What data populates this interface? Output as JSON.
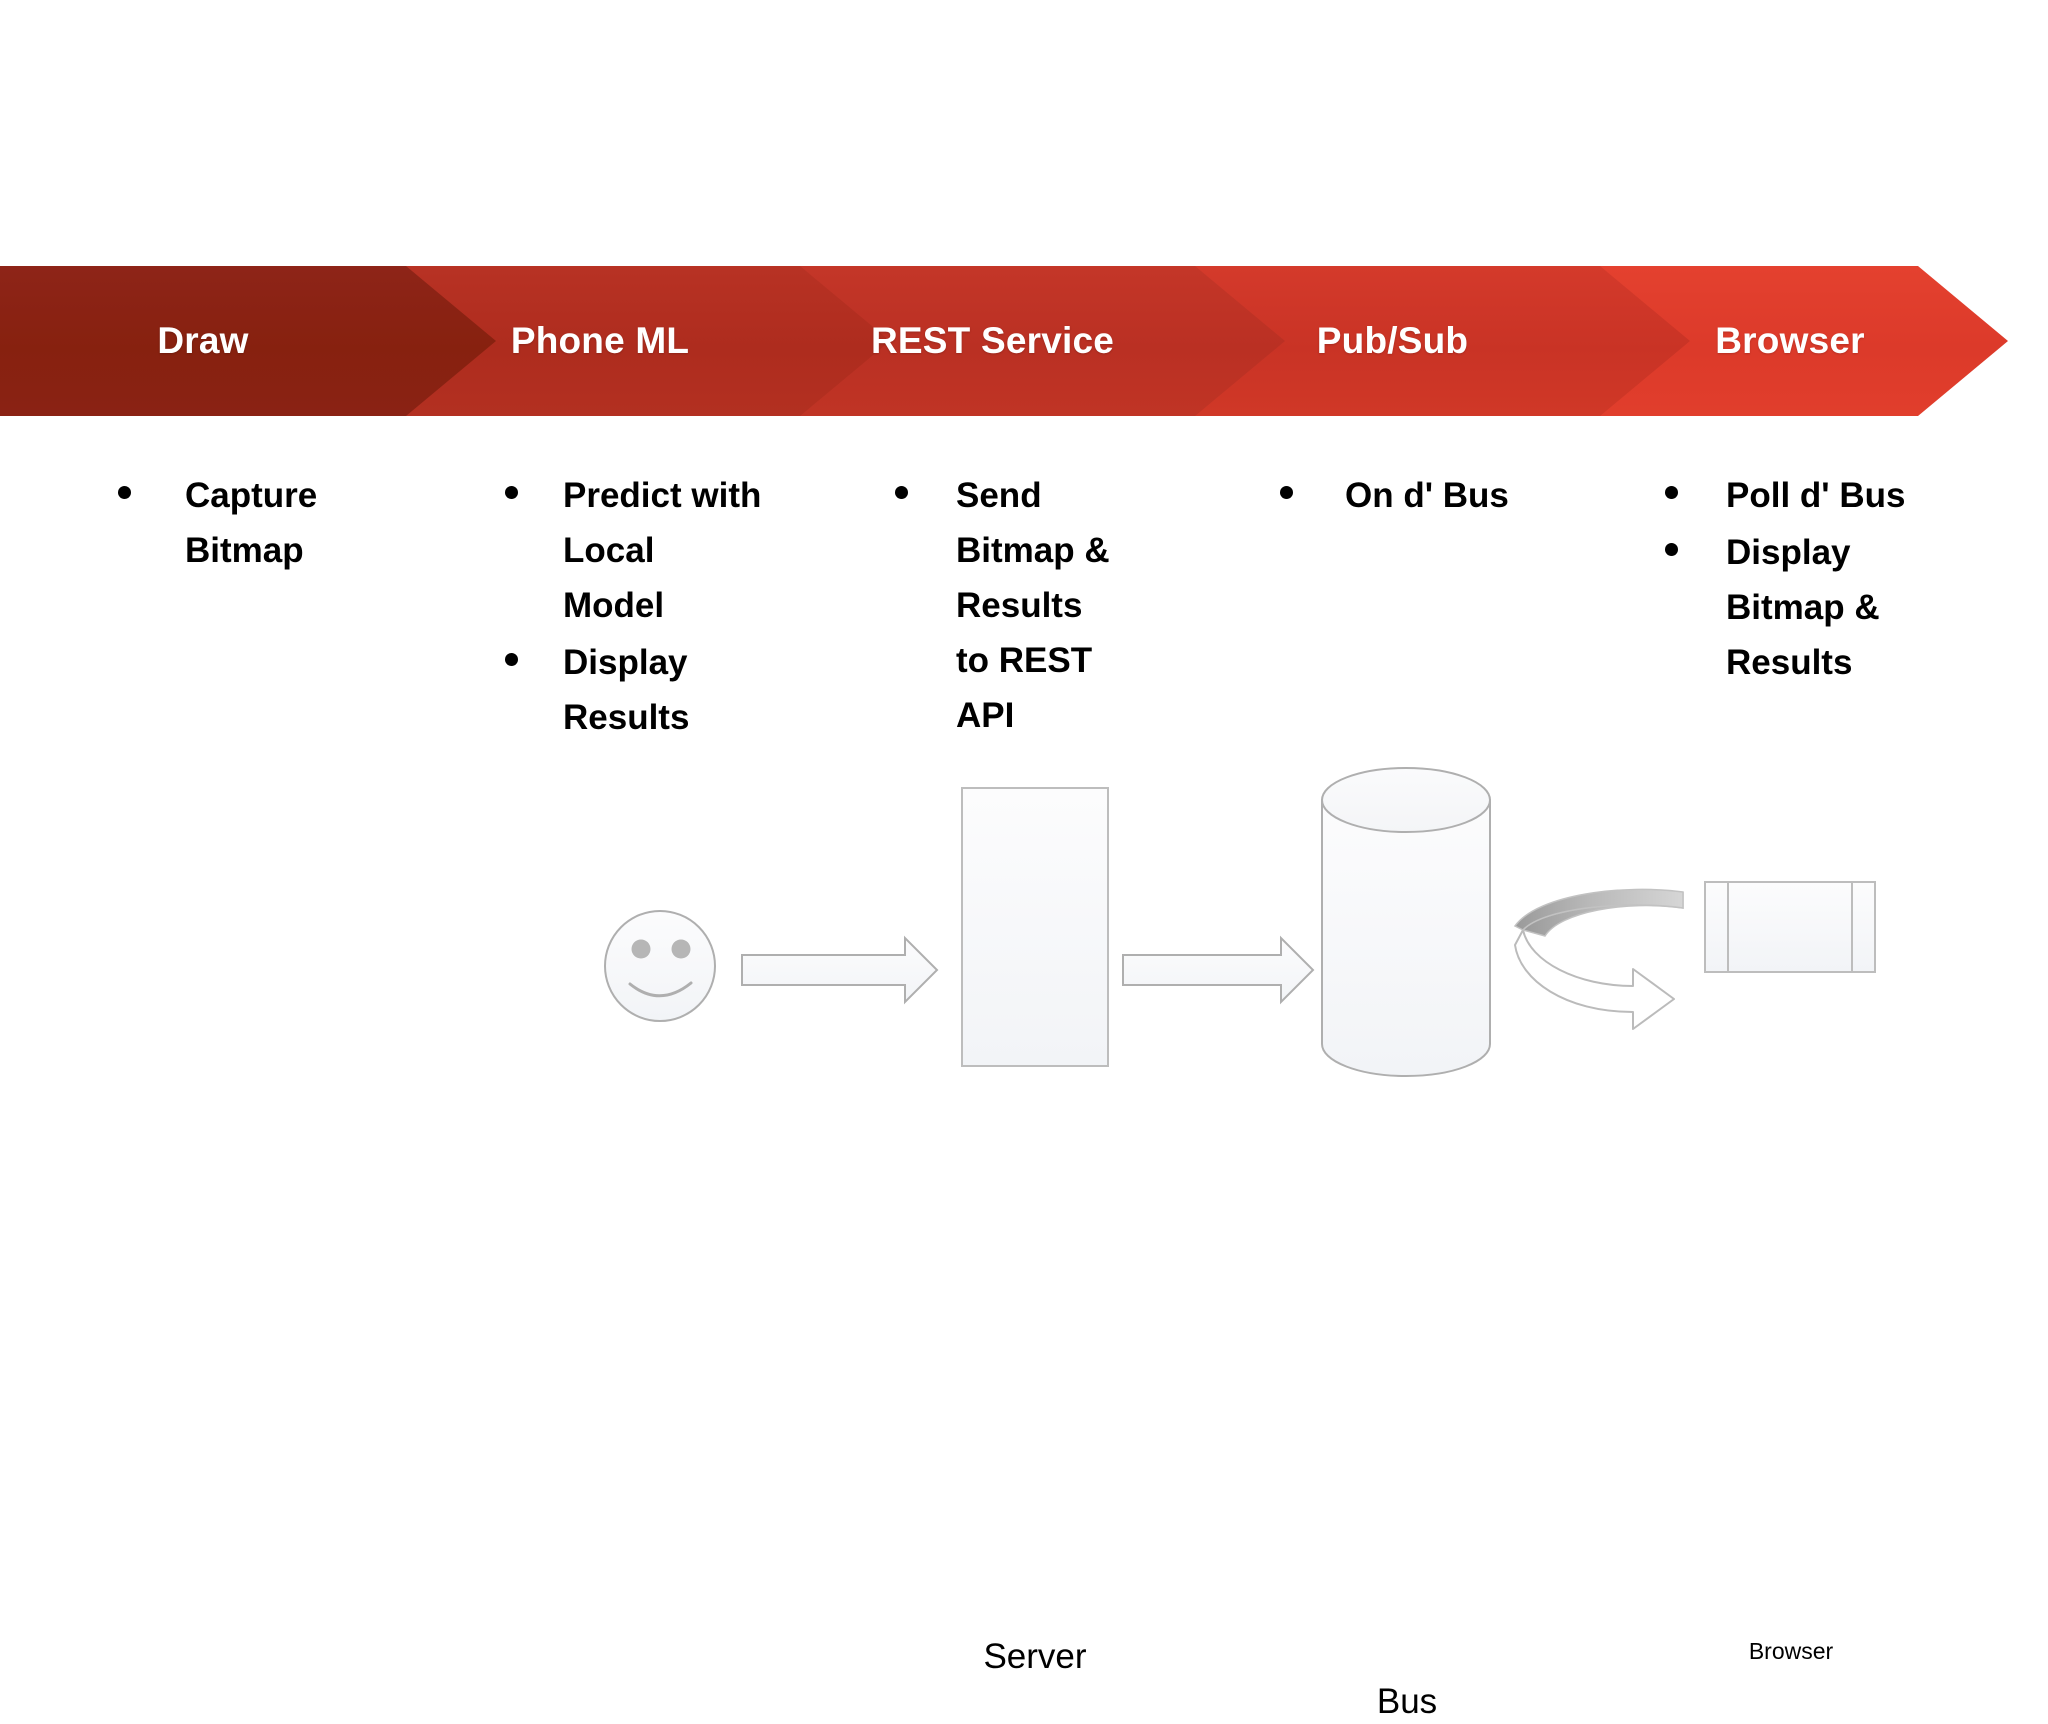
{
  "banner": {
    "segments": [
      {
        "label": "Draw",
        "color": "#8C2217"
      },
      {
        "label": "Phone ML",
        "color": "#B32D20"
      },
      {
        "label": "REST Service",
        "color": "#C03124"
      },
      {
        "label": "Pub/Sub",
        "color": "#D03426"
      },
      {
        "label": "Browser",
        "color": "#E03C2B"
      }
    ],
    "text_color": "#FFFFFF"
  },
  "columns": [
    {
      "name": "draw",
      "bullets": [
        "Capture Bitmap"
      ]
    },
    {
      "name": "phone-ml",
      "bullets": [
        "Predict with Local Model",
        "Display Results"
      ]
    },
    {
      "name": "rest-service",
      "bullets": [
        "Send Bitmap & Results to REST API"
      ]
    },
    {
      "name": "pub-sub",
      "bullets": [
        "On d' Bus"
      ]
    },
    {
      "name": "browser",
      "bullets": [
        "Poll d' Bus",
        "Display Bitmap & Results"
      ]
    }
  ],
  "diagram": {
    "smiley": {
      "name": "smiley-face"
    },
    "arrow_1": {
      "name": "block-arrow-right"
    },
    "server": {
      "label": "Server"
    },
    "arrow_2": {
      "name": "block-arrow-right"
    },
    "bus": {
      "label": "Bus"
    },
    "curved_arrow": {
      "name": "curved-arrow-right"
    },
    "browser_box": {
      "label": "Browser"
    },
    "stroke_color": "#AFAFAF",
    "fill_color": "#F7F8FA"
  }
}
